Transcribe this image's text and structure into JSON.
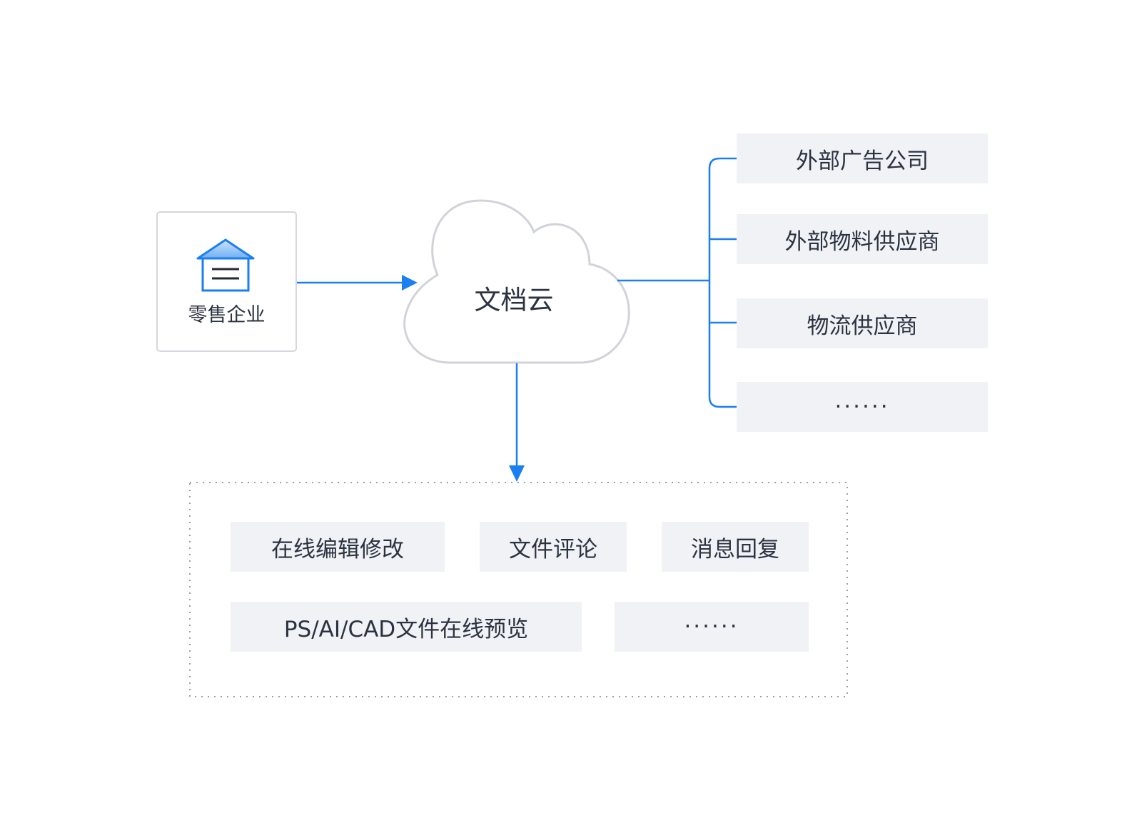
{
  "source": {
    "label": "零售企业"
  },
  "cloud": {
    "label": "文档云"
  },
  "partners": [
    {
      "label": "外部广告公司"
    },
    {
      "label": "外部物料供应商"
    },
    {
      "label": "物流供应商"
    },
    {
      "label": "······"
    }
  ],
  "features": {
    "row1": [
      {
        "label": "在线编辑修改"
      },
      {
        "label": "文件评论"
      },
      {
        "label": "消息回复"
      }
    ],
    "row2": [
      {
        "label": "PS/AI/CAD文件在线预览"
      },
      {
        "label": "······"
      }
    ]
  },
  "colors": {
    "accent": "#1a7ff2",
    "box_fill": "#f0f2f6",
    "outline": "#cfd3d8",
    "text": "#2b3340"
  }
}
